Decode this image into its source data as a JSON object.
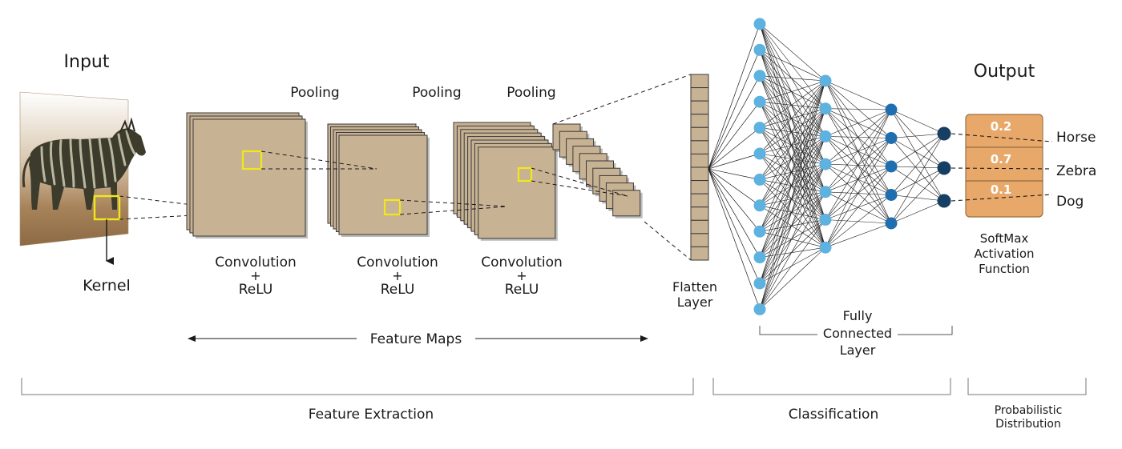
{
  "labels": {
    "input": "Input",
    "output": "Output",
    "kernel": "Kernel",
    "pooling": [
      "Pooling",
      "Pooling",
      "Pooling"
    ],
    "convolution": [
      "Convolution",
      "Convolution",
      "Convolution"
    ],
    "plus": [
      "+",
      "+",
      "+"
    ],
    "relu": [
      "ReLU",
      "ReLU",
      "ReLU"
    ],
    "feature_maps": "Feature  Maps",
    "flatten": [
      "Flatten",
      "Layer"
    ],
    "fully_connected": [
      "Fully",
      "Connected",
      "Layer"
    ],
    "softmax": [
      "SoftMax",
      "Activation",
      "Function"
    ],
    "feature_extraction": "Feature Extraction",
    "classification": "Classification",
    "probabilistic": [
      "Probabilistic",
      "Distribution"
    ]
  },
  "outputs": [
    {
      "class": "Horse",
      "prob": "0.2"
    },
    {
      "class": "Zebra",
      "prob": "0.7"
    },
    {
      "class": "Dog",
      "prob": "0.1"
    }
  ],
  "network": {
    "layer_sizes": [
      12,
      7,
      5,
      3
    ]
  },
  "colors": {
    "map_fill": "#c8b294",
    "kernel": "#f1e81a",
    "node_light": "#5db2e0",
    "node_mid": "#1f6fb0",
    "node_dark": "#173f63",
    "softmax_fill": "#e8a86a",
    "zebra_body": "#3c3b2c",
    "zebra_stripe": "#b8b8a0"
  }
}
